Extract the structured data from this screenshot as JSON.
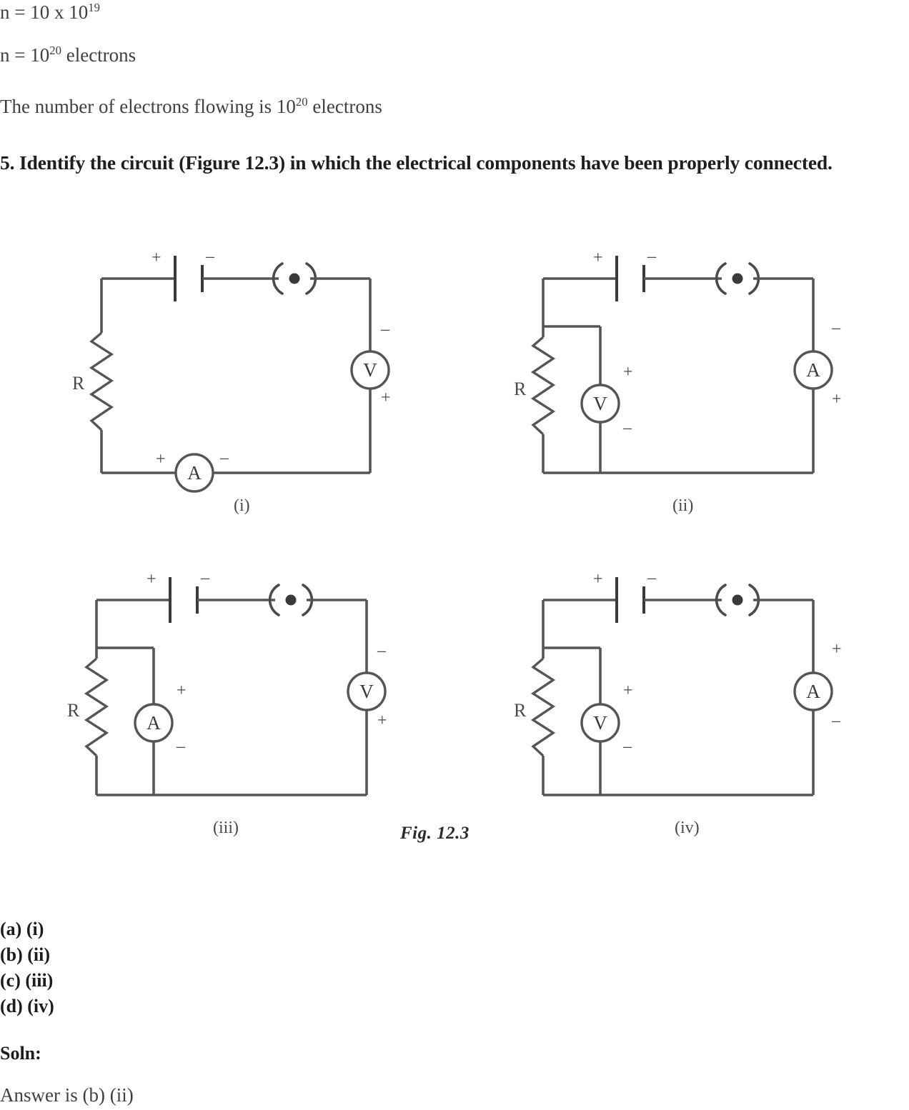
{
  "page": {
    "background": "#ffffff",
    "text_color": "#3f3f3f",
    "heading_color": "#1e1e1e",
    "line_color": "#555555"
  },
  "top_text": {
    "line1_prefix": "n = 10 x 10",
    "line1_sup": "19",
    "line2_prefix": "n = 10",
    "line2_sup": "20",
    "line2_suffix": " electrons",
    "line3_prefix": "The number of electrons flowing is 10",
    "line3_sup": "20",
    "line3_suffix": " electrons"
  },
  "question": {
    "heading": "5. Identify the circuit (Figure 12.3) in which the electrical components have been properly connected."
  },
  "figure": {
    "caption": "Fig. 12.3",
    "circuits": [
      {
        "id": "i",
        "label": "(i)",
        "resistor_label": "R",
        "battery_plus": "+",
        "battery_minus": "–",
        "meters": [
          {
            "name": "voltmeter",
            "symbol": "V",
            "top_sign": "–",
            "bottom_sign": "+",
            "placement": "series-right"
          },
          {
            "name": "ammeter",
            "symbol": "A",
            "left_sign": "+",
            "right_sign": "–",
            "placement": "series-bottom"
          }
        ]
      },
      {
        "id": "ii",
        "label": "(ii)",
        "resistor_label": "R",
        "battery_plus": "+",
        "battery_minus": "–",
        "meters": [
          {
            "name": "voltmeter",
            "symbol": "V",
            "top_sign": "+",
            "bottom_sign": "–",
            "placement": "parallel-with-resistor"
          },
          {
            "name": "ammeter",
            "symbol": "A",
            "top_sign": "–",
            "bottom_sign": "+",
            "placement": "series-right"
          }
        ]
      },
      {
        "id": "iii",
        "label": "(iii)",
        "resistor_label": "R",
        "battery_plus": "+",
        "battery_minus": "–",
        "meters": [
          {
            "name": "ammeter",
            "symbol": "A",
            "top_sign": "+",
            "bottom_sign": "–",
            "placement": "parallel-with-resistor"
          },
          {
            "name": "voltmeter",
            "symbol": "V",
            "top_sign": "–",
            "bottom_sign": "+",
            "placement": "series-right"
          }
        ]
      },
      {
        "id": "iv",
        "label": "(iv)",
        "resistor_label": "R",
        "battery_plus": "+",
        "battery_minus": "–",
        "meters": [
          {
            "name": "voltmeter",
            "symbol": "V",
            "top_sign": "+",
            "bottom_sign": "–",
            "placement": "parallel-with-resistor"
          },
          {
            "name": "ammeter",
            "symbol": "A",
            "top_sign": "+",
            "bottom_sign": "–",
            "placement": "series-right"
          }
        ]
      }
    ]
  },
  "options": [
    {
      "key": "a",
      "text": "(a) (i)"
    },
    {
      "key": "b",
      "text": "(b) (ii)"
    },
    {
      "key": "c",
      "text": "(c) (iii)"
    },
    {
      "key": "d",
      "text": "(d) (iv)"
    }
  ],
  "solution": {
    "label": "Soln:",
    "answer": "Answer is (b) (ii)"
  }
}
